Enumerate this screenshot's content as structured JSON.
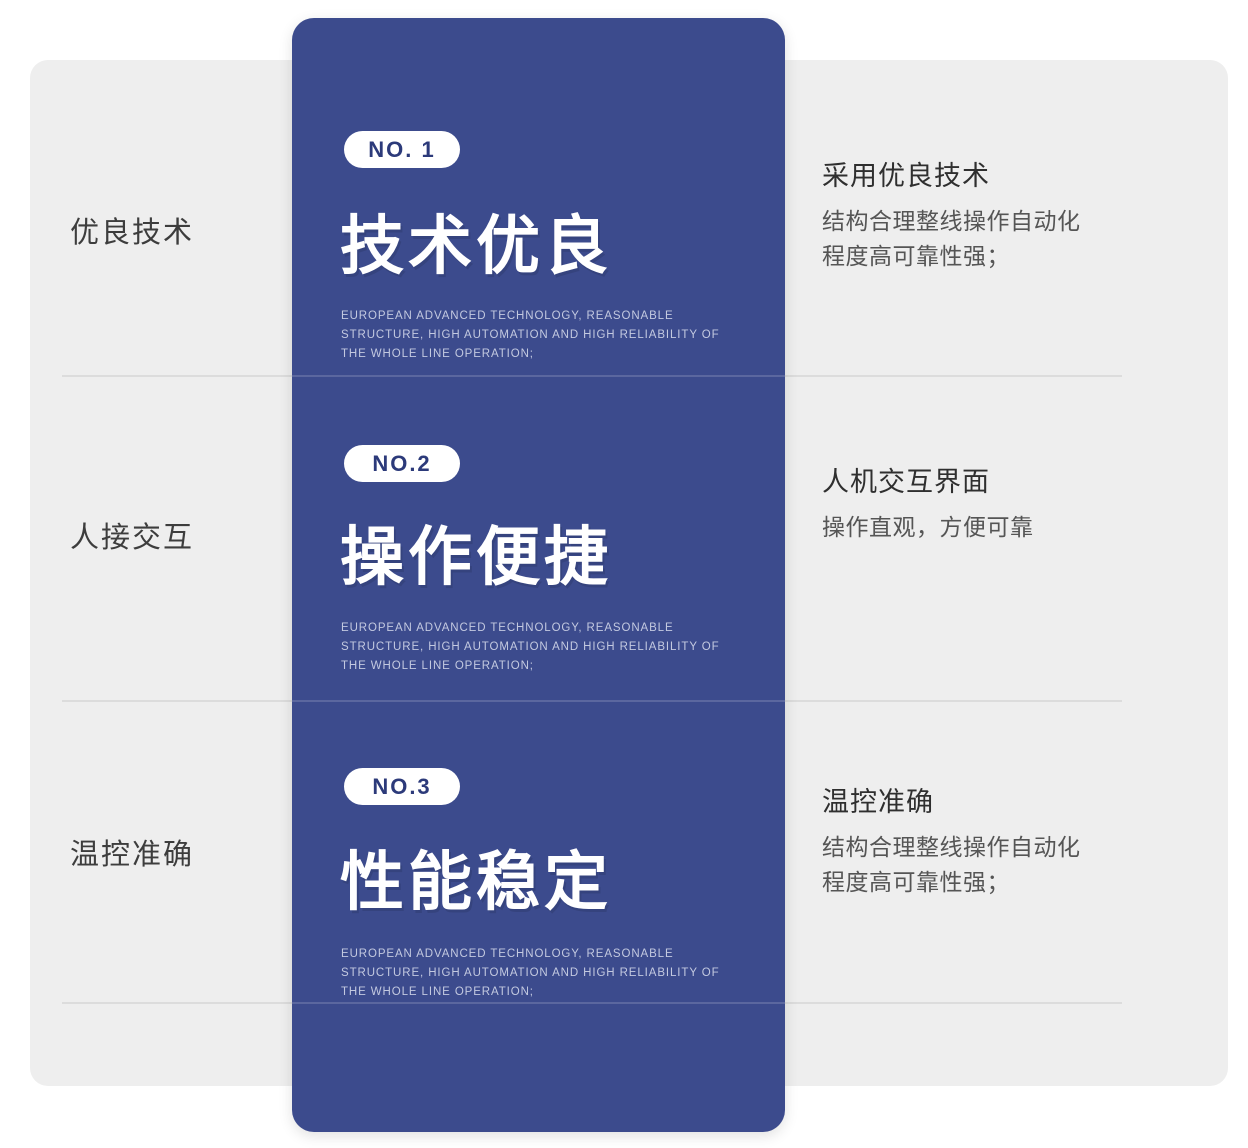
{
  "theme": {
    "brand_blue": "#3c4b8d",
    "panel_gray": "#eeeeee",
    "divider_gray": "#dcdcdc",
    "badge_text_color": "#2c3a7a",
    "caption_color": "#c3c9e0",
    "page_background": "#ffffff"
  },
  "rows": [
    {
      "left_label": "优良技术",
      "badge": "NO. 1",
      "headline": "技术优良",
      "caption": "EUROPEAN ADVANCED TECHNOLOGY, REASONABLE STRUCTURE, HIGH AUTOMATION AND HIGH RELIABILITY OF THE WHOLE LINE OPERATION;",
      "right_title": "采用优良技术",
      "right_lines": [
        "结构合理整线操作自动化",
        "程度高可靠性强；"
      ]
    },
    {
      "left_label": "人接交互",
      "badge": "NO.2",
      "headline": "操作便捷",
      "caption": "EUROPEAN ADVANCED TECHNOLOGY, REASONABLE STRUCTURE, HIGH AUTOMATION AND HIGH RELIABILITY OF THE WHOLE LINE OPERATION;",
      "right_title": "人机交互界面",
      "right_lines": [
        "操作直观，方便可靠"
      ]
    },
    {
      "left_label": "温控准确",
      "badge": "NO.3",
      "headline": "性能稳定",
      "caption": "EUROPEAN ADVANCED TECHNOLOGY, REASONABLE STRUCTURE, HIGH AUTOMATION AND HIGH RELIABILITY OF THE WHOLE LINE OPERATION;",
      "right_title": "温控准确",
      "right_lines": [
        "结构合理整线操作自动化",
        "程度高可靠性强；"
      ]
    }
  ]
}
